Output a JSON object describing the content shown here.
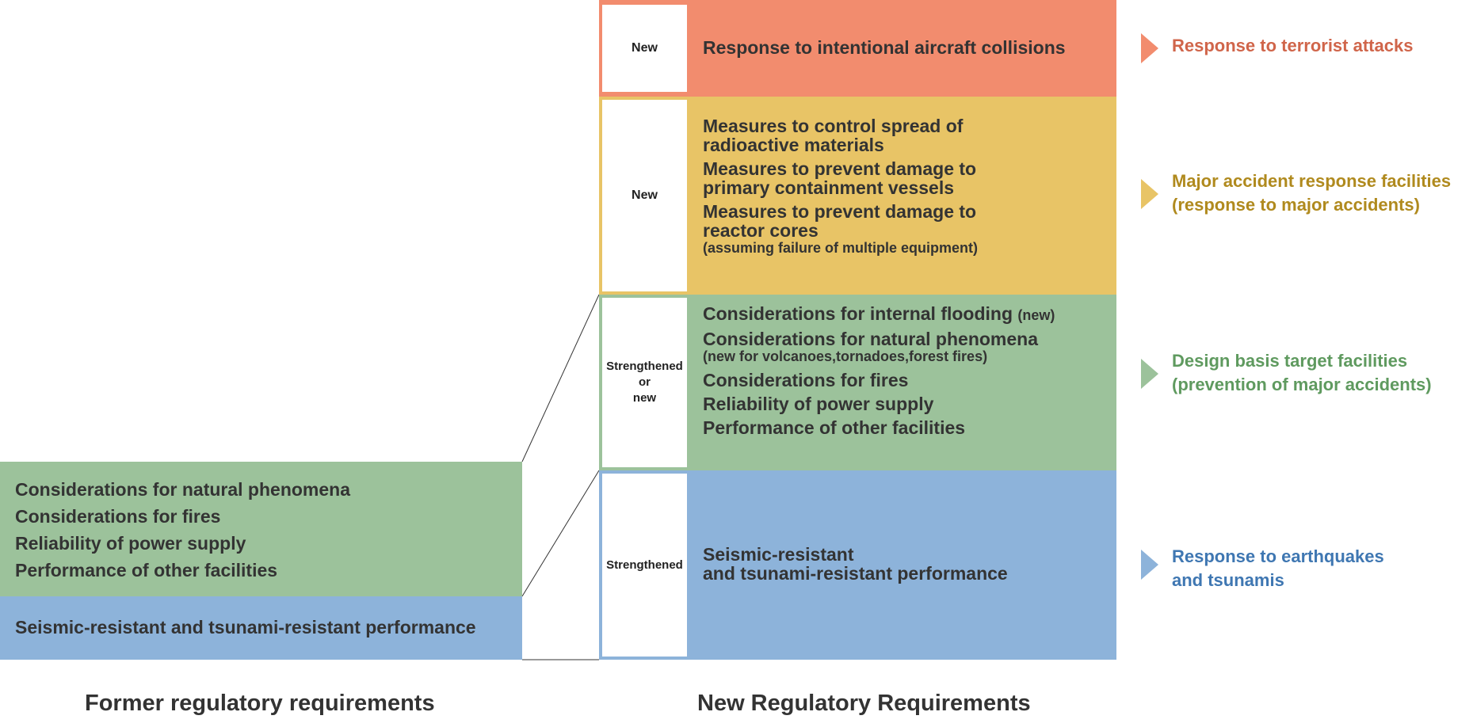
{
  "new_requirements": {
    "terrorism": {
      "tag": "New",
      "items": [
        "Response to intentional aircraft collisions"
      ]
    },
    "major_accidents": {
      "tag": "New",
      "items": [
        "Measures to control spread of radioactive materials",
        "Measures to prevent damage to primary containment vessels",
        "Measures to prevent damage to reactor cores"
      ],
      "note": "(assuming failure of multiple equipment)"
    },
    "design_basis": {
      "tag_line1": "Strengthened",
      "tag_line2": "or",
      "tag_line3": "new",
      "item1": "Considerations for internal flooding",
      "item1_note": "(new)",
      "item2": "Considerations for natural phenomena",
      "item2_note": "(new for volcanoes,tornadoes,forest fires)",
      "item3": "Considerations for fires",
      "item4": "Reliability of power supply",
      "item5": "Performance of other facilities"
    },
    "seismic": {
      "tag": "Strengthened",
      "line1": "Seismic-resistant",
      "line2": "and tsunami-resistant performance"
    }
  },
  "former_requirements": {
    "green_items": [
      "Considerations for natural phenomena",
      "Considerations for fires",
      "Reliability of power supply",
      "Performance of other facilities"
    ],
    "blue_item": "Seismic-resistant and tsunami-resistant performance"
  },
  "categories": {
    "terrorism": {
      "line1": "Response to terrorist attacks",
      "color": "#d0654a"
    },
    "major_accidents": {
      "line1": "Major accident response facilities",
      "line2": "(response to major accidents)",
      "color": "#b08a1e"
    },
    "design_basis": {
      "line1": "Design basis target facilities",
      "line2": "(prevention of major accidents)",
      "color": "#5f9a5f"
    },
    "seismic": {
      "line1": "Response to earthquakes",
      "line2": "and tsunamis",
      "color": "#3f77b2"
    }
  },
  "footers": {
    "former": "Former regulatory requirements",
    "new": "New Regulatory Requirements"
  },
  "colors": {
    "terrorism_band": "#f28c6e",
    "major_accident_band": "#e8c466",
    "design_basis_band": "#9cc29b",
    "seismic_band": "#8db3da"
  }
}
